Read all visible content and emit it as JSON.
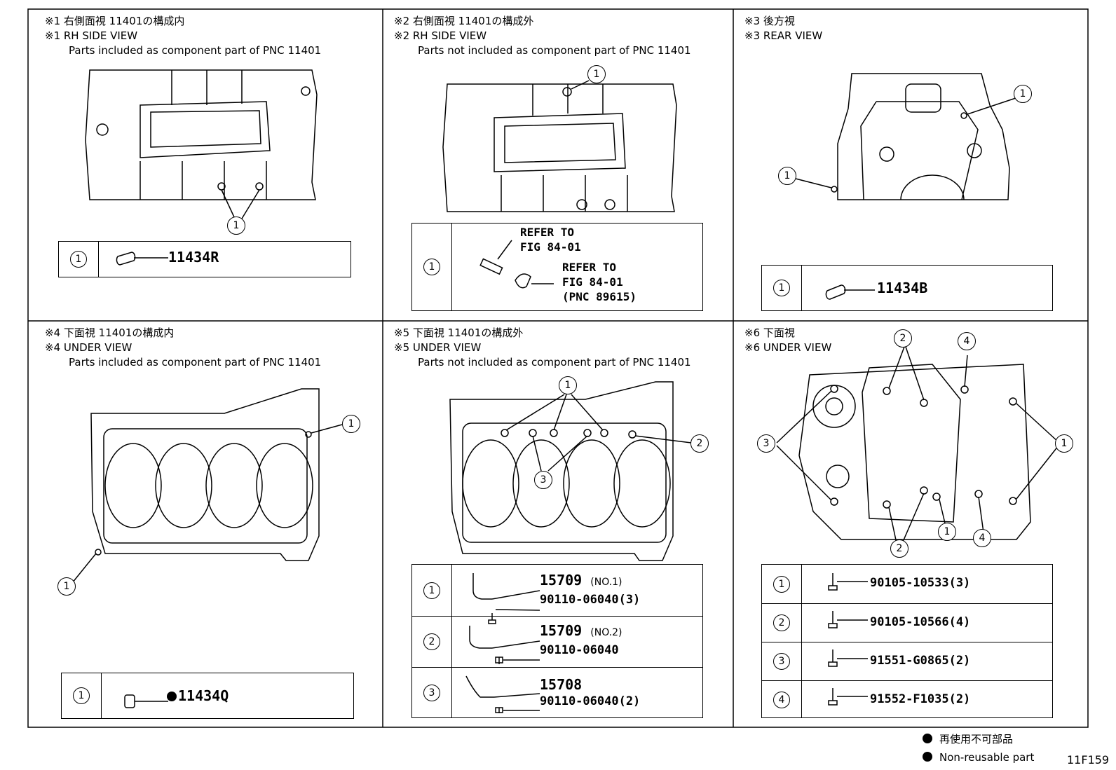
{
  "views": [
    {
      "title_jp": "※1 右側面視 11401の構成内",
      "title_en": "※1 RH SIDE VIEW",
      "desc": "Parts included as component part of PNC 11401",
      "rows": [
        {
          "num": "1",
          "part": "11434R"
        }
      ]
    },
    {
      "title_jp": "※2 右側面視 11401の構成外",
      "title_en": "※2 RH SIDE VIEW",
      "desc": "Parts not included as component part of PNC 11401",
      "rows": [
        {
          "num": "1",
          "ref1": "REFER TO\nFIG 84-01",
          "ref2": "REFER TO\nFIG 84-01\n(PNC 89615)"
        }
      ]
    },
    {
      "title_jp": "※3 後方視",
      "title_en": "※3 REAR VIEW",
      "rows": [
        {
          "num": "1",
          "part": "11434B"
        }
      ]
    },
    {
      "title_jp": "※4 下面視 11401の構成内",
      "title_en": "※4 UNDER VIEW",
      "desc": "Parts included as component part of PNC 11401",
      "rows": [
        {
          "num": "1",
          "part": "11434Q"
        }
      ]
    },
    {
      "title_jp": "※5 下面視 11401の構成外",
      "title_en": "※5 UNDER VIEW",
      "desc": "Parts not included as component part of PNC 11401",
      "rows": [
        {
          "num": "1",
          "part": "15709",
          "note": "(NO.1)",
          "bolt": "90110-06040(3)"
        },
        {
          "num": "2",
          "part": "15709",
          "note": "(NO.2)",
          "bolt": "90110-06040"
        },
        {
          "num": "3",
          "part": "15708",
          "bolt": "90110-06040(2)"
        }
      ]
    },
    {
      "title_jp": "※6 下面視",
      "title_en": "※6 UNDER VIEW",
      "rows": [
        {
          "num": "1",
          "part": "90105-10533(3)"
        },
        {
          "num": "2",
          "part": "90105-10566(4)"
        },
        {
          "num": "3",
          "part": "91551-G0865(2)"
        },
        {
          "num": "4",
          "part": "91552-F1035(2)"
        }
      ]
    }
  ],
  "legend": {
    "jp": "再使用不可部品",
    "en": "Non-reusable part"
  },
  "figure_id": "11F159"
}
